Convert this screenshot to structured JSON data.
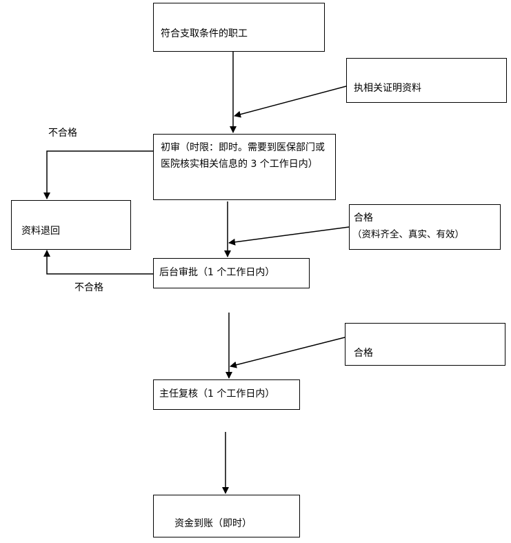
{
  "nodes": {
    "eligible_staff": "符合支取条件的职工",
    "documents": "执相关证明资料",
    "initial_review": "初审（时限：即时。需要到医保部门或医院核实相关信息的 3 个工作日内）",
    "returned": "资料退回",
    "qualified_1": "合格",
    "qualified_1_note": "（资料齐全、真实、有效）",
    "backend_approval": "后台审批（1 个工作日内）",
    "qualified_2": "合格",
    "director_review": "主任复核（1 个工作日内）",
    "funds_arrive": "资金到账（即时）"
  },
  "edge_labels": {
    "fail_initial": "不合格",
    "fail_backend": "不合格"
  }
}
